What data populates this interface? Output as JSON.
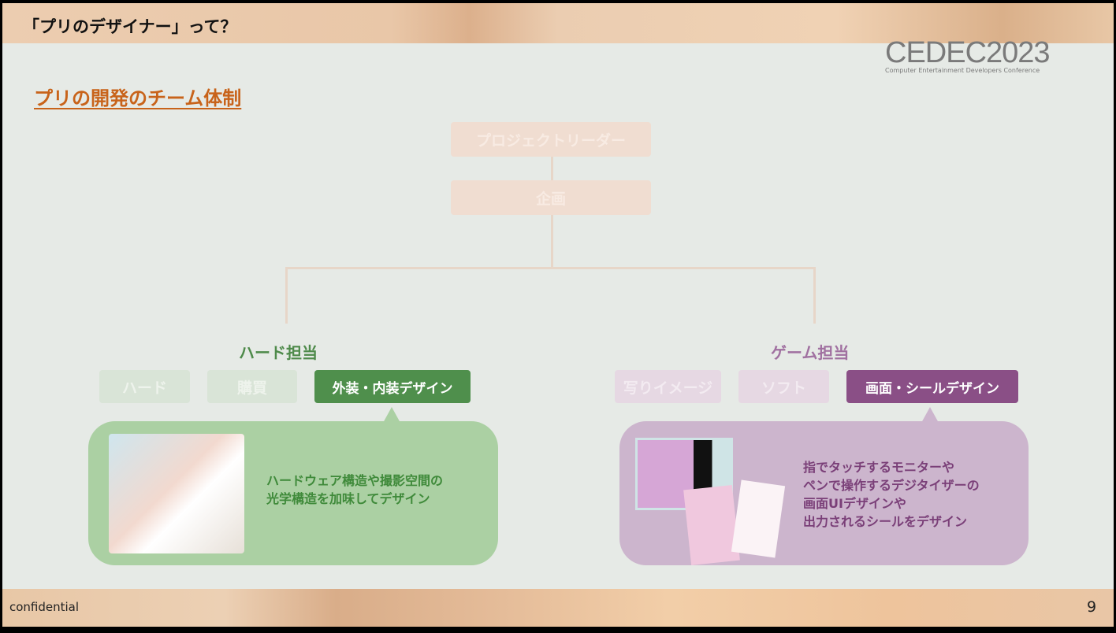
{
  "header": {
    "title": "「プリのデザイナー」って？"
  },
  "logo": {
    "name": "CEDEC",
    "year": "2023",
    "tagline": "Computer Entertainment Developers Conference"
  },
  "section_title": "プリの開発のチーム体制",
  "org": {
    "leader": "プロジェクトリーダー",
    "planning": "企画",
    "hard": {
      "label": "ハード担当",
      "roles": [
        "ハード",
        "購買",
        "外装・内装デザイン"
      ],
      "description": [
        "ハードウェア構造や撮影空間の",
        "光学構造を加味してデザイン"
      ]
    },
    "game": {
      "label": "ゲーム担当",
      "roles": [
        "写りイメージ",
        "ソフト",
        "画面・シールデザイン"
      ],
      "description": [
        "指でタッチするモニターや",
        "ペンで操作するデジタイザーの",
        "画面UIデザインや",
        "出力されるシールをデザイン"
      ]
    }
  },
  "footer": {
    "confidential": "confidential",
    "page": "9"
  },
  "colors": {
    "green": "#4f8f4c",
    "purple": "#8a4f86",
    "orange": "#c8631a"
  }
}
